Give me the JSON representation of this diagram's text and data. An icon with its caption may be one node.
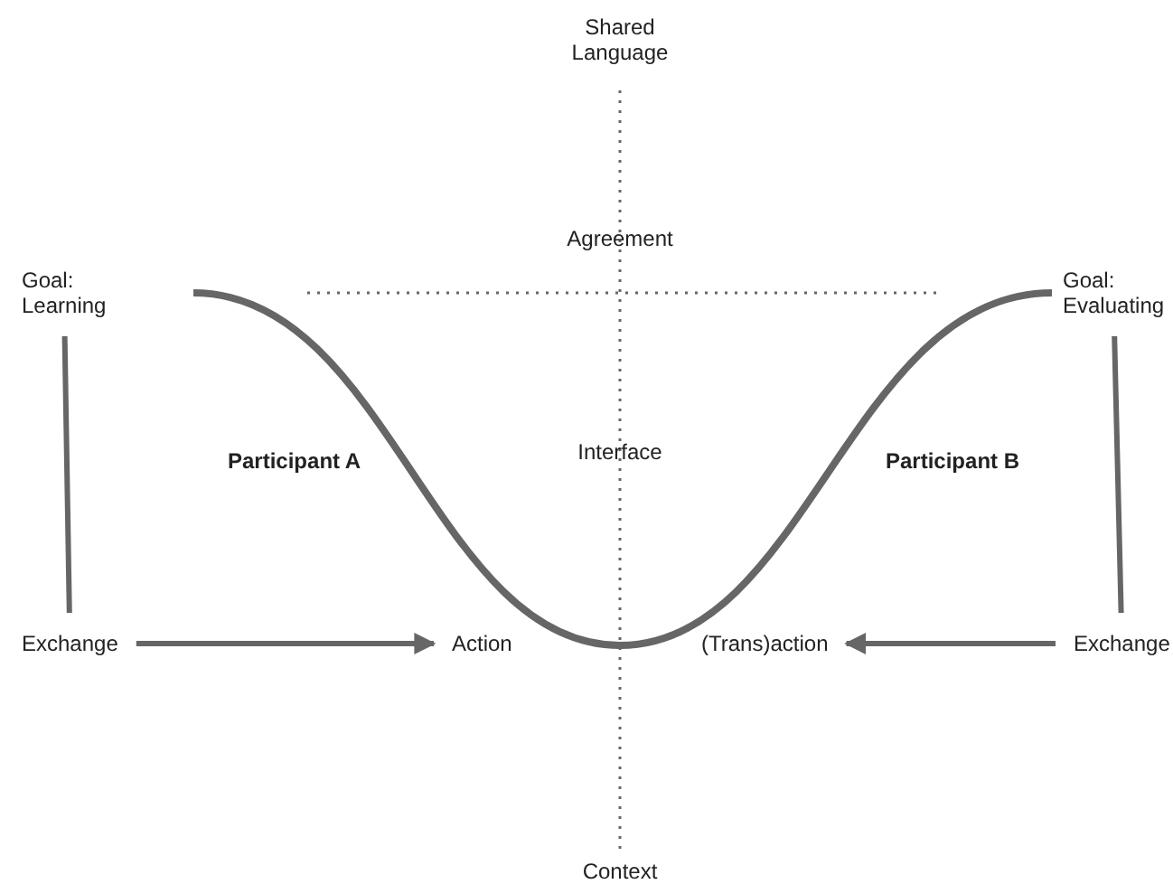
{
  "diagram": {
    "nodes": [
      {
        "text": [
          "Goal: Learning"
        ]
      },
      {
        "text": [
          "Exchange"
        ]
      },
      {
        "text": [
          "Action"
        ]
      },
      {
        "text": [
          "Goal: Evaluating"
        ]
      },
      {
        "text": [
          "Exchange"
        ]
      },
      {
        "text": [
          "(Trans)action"
        ]
      }
    ],
    "edges": [
      {
        "from": 0,
        "to": 1,
        "arrow": "none"
      },
      {
        "from": 1,
        "to": 2,
        "arrow": "to"
      },
      {
        "from": 3,
        "to": 4,
        "arrow": "none"
      },
      {
        "from": 4,
        "to": 5,
        "arrow": "to"
      }
    ],
    "labels": [
      "Shared Language",
      "Agreement",
      "Participant A",
      "Interface",
      "Participant B",
      "Context"
    ]
  }
}
